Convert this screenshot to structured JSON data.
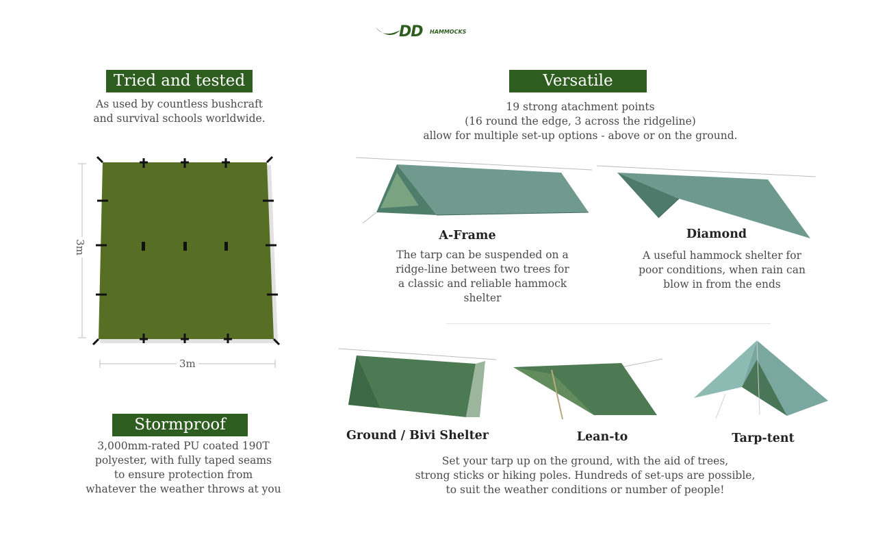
{
  "brand": {
    "logo_main": "DD",
    "logo_sub": "HAMMOCKS",
    "colors": {
      "brand_green": "#2e5e1f",
      "tarp_olive": "#566f25",
      "tarp_teal": "#5d8f83"
    }
  },
  "tried": {
    "heading": "Tried and tested",
    "lines": [
      "As used by countless bushcraft",
      "and survival schools worldwide."
    ]
  },
  "diagram": {
    "height_label": "3m",
    "width_label": "3m"
  },
  "stormproof": {
    "heading": "Stormproof",
    "lines": [
      "3,000mm-rated PU coated 190T",
      "polyester, with fully taped seams",
      "to ensure protection from",
      "whatever the weather throws at you"
    ]
  },
  "versatile": {
    "heading": "Versatile",
    "lines": [
      "19 strong atachment points",
      "(16 round the edge, 3 across the ridgeline)",
      "allow for multiple set-up options - above or on the ground."
    ]
  },
  "aframe": {
    "label": "A-Frame",
    "lines": [
      "The tarp can be suspended on a",
      "ridge-line between two trees for",
      "a classic and reliable hammock",
      "shelter"
    ]
  },
  "diamond": {
    "label": "Diamond",
    "lines": [
      "A useful hammock shelter for",
      "poor conditions, when rain can",
      "blow in from the ends"
    ]
  },
  "ground": {
    "labels": {
      "bivi": "Ground / Bivi Shelter",
      "leanto": "Lean-to",
      "tarptent": "Tarp-tent"
    },
    "lines": [
      "Set your tarp up on the ground, with the aid of trees,",
      "strong sticks or hiking poles. Hundreds of set-ups are possible,",
      "to suit the weather conditions or number of people!"
    ]
  }
}
